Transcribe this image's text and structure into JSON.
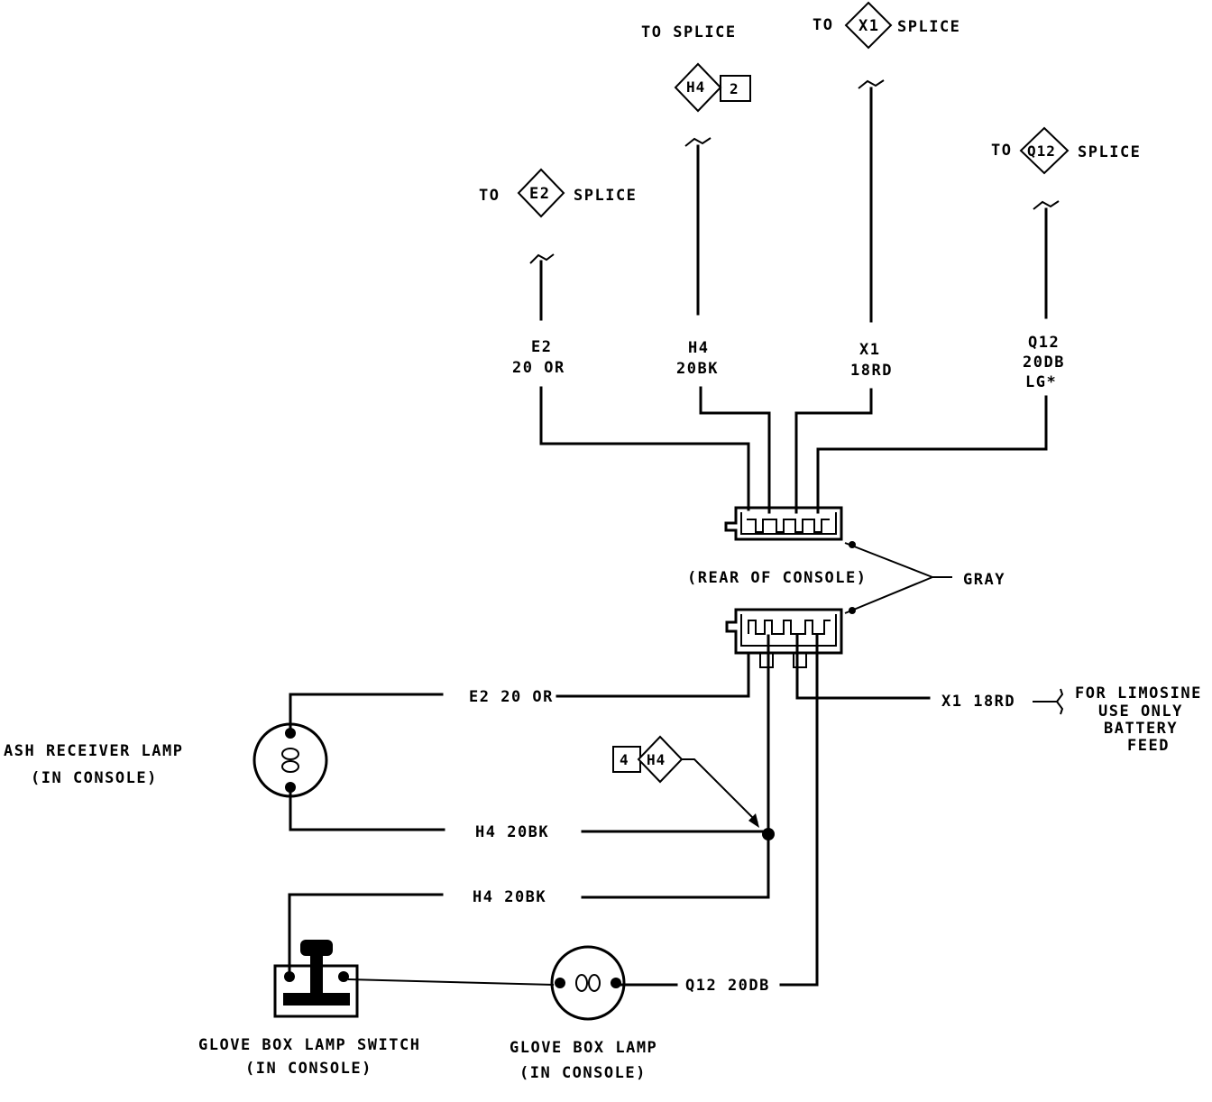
{
  "splices": {
    "e2": {
      "to": "TO",
      "code": "E2",
      "word": "SPLICE"
    },
    "h4": {
      "to": "TO SPLICE",
      "code": "H4",
      "num": "2"
    },
    "x1": {
      "to": "TO",
      "code": "X1",
      "word": "SPLICE"
    },
    "q12": {
      "to": "TO",
      "code": "Q12",
      "word": "SPLICE"
    }
  },
  "wire_tags": {
    "e2": [
      "E2",
      "20 OR"
    ],
    "h4": [
      "H4",
      "20BK"
    ],
    "x1": [
      "X1",
      "18RD"
    ],
    "q12": [
      "Q12",
      "20DB",
      "LG*"
    ]
  },
  "connector": {
    "location": "(REAR OF CONSOLE)",
    "color": "GRAY"
  },
  "lower_wires": {
    "e2": "E2 20 OR",
    "h4_a": "H4 20BK",
    "h4_b": "H4 20BK",
    "x1": "X1 18RD",
    "q12": "Q12 20DB"
  },
  "h4_ref": {
    "num": "4",
    "code": "H4"
  },
  "limo_note": [
    "FOR LIMOSINE",
    "USE ONLY",
    "BATTERY",
    "FEED"
  ],
  "components": {
    "ash_lamp": [
      "ASH RECEIVER LAMP",
      "(IN CONSOLE)"
    ],
    "glove_switch": [
      "GLOVE BOX LAMP SWITCH",
      "(IN CONSOLE)"
    ],
    "glove_lamp": [
      "GLOVE BOX LAMP",
      "(IN CONSOLE)"
    ]
  }
}
